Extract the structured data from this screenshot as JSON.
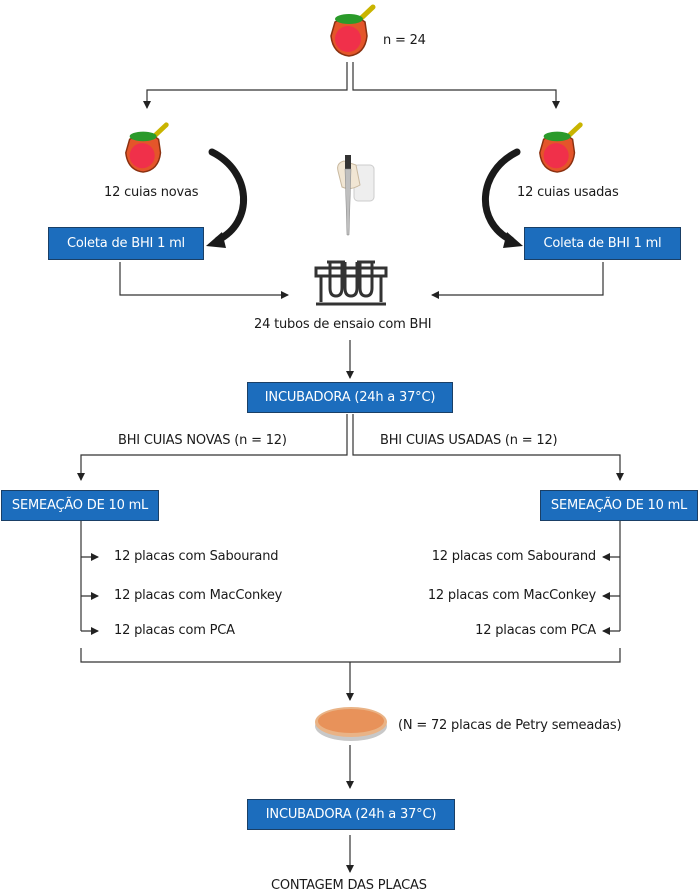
{
  "top": {
    "count_label": "n = 24",
    "icon": "cuia-icon"
  },
  "left_branch": {
    "label": "12 cuias novas",
    "collect_box": "Coleta de BHI 1 ml"
  },
  "right_branch": {
    "label": "12 cuias usadas",
    "collect_box": "Coleta de BHI 1 ml"
  },
  "tubes": {
    "label": "24 tubos de ensaio com BHI",
    "icons": [
      "pipette-icon",
      "test-tubes-icon"
    ]
  },
  "incubator_1": {
    "label": "INCUBADORA (24h a 37°C)"
  },
  "split": {
    "left_label": "BHI CUIAS NOVAS (n = 12)",
    "right_label": "BHI CUIAS USADAS (n = 12)"
  },
  "left_seeding": {
    "box": "SEMEAÇÃO DE 10 mL",
    "items": [
      "12 placas com Sabourand",
      "12 placas com MacConkey",
      "12 placas com PCA"
    ]
  },
  "right_seeding": {
    "box": "SEMEAÇÃO DE 10 mL",
    "items": [
      "12 placas com Sabourand",
      "12 placas com MacConkey",
      "12 placas com PCA"
    ]
  },
  "petri": {
    "label": "(N = 72 placas de Petry semeadas)",
    "icon": "petri-dish-icon"
  },
  "incubator_2": {
    "label": "INCUBADORA (24h a 37°C)"
  },
  "final": {
    "label": "CONTAGEM DAS PLACAS"
  },
  "colors": {
    "box_fill": "#1c6dbd",
    "box_text": "#ffffff",
    "line": "#222222"
  }
}
